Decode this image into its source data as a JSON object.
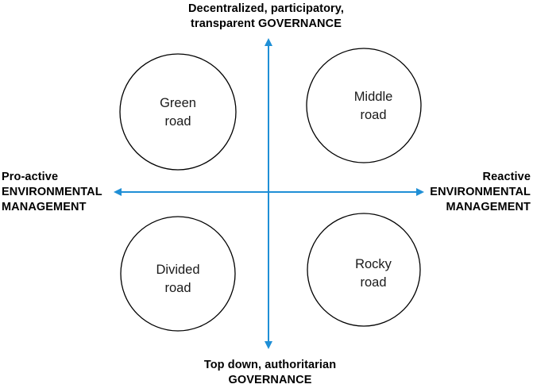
{
  "colors": {
    "axis": "#1f8fd6",
    "circle_stroke": "#000000",
    "text": "#000000"
  },
  "axes": {
    "top": {
      "line1": "Decentralized, participatory,",
      "line2": "transparent GOVERNANCE"
    },
    "bottom": {
      "line1": "Top down, authoritarian",
      "line2": "GOVERNANCE"
    },
    "left": {
      "line1": "Pro-active",
      "line2": "ENVIRONMENTAL",
      "line3": "MANAGEMENT"
    },
    "right": {
      "line1": "Reactive",
      "line2": "ENVIRONMENTAL",
      "line3": "MANAGEMENT"
    }
  },
  "quadrants": {
    "green": {
      "line1": "Green",
      "line2": "road"
    },
    "middle": {
      "line1": "Middle",
      "line2": "road"
    },
    "divided": {
      "line1": "Divided",
      "line2": "road"
    },
    "rocky": {
      "line1": "Rocky",
      "line2": "road"
    }
  }
}
